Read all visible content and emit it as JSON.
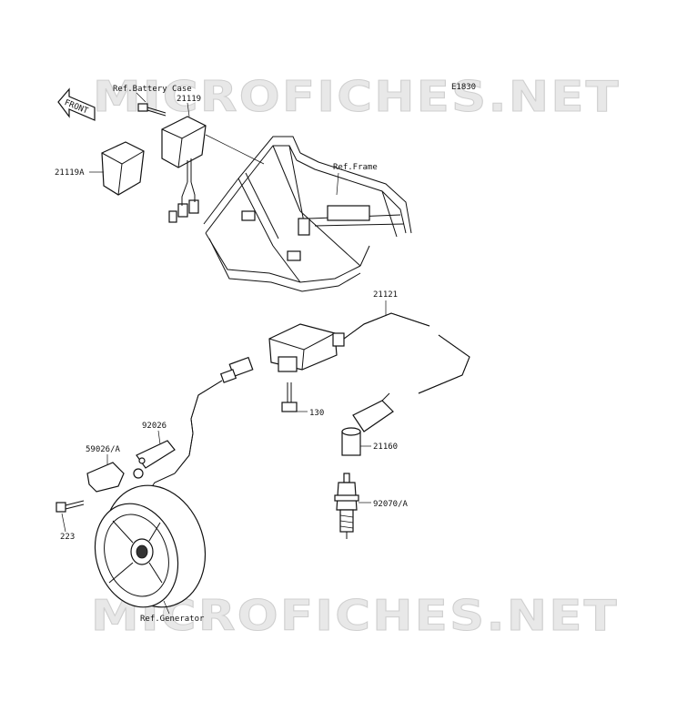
{
  "watermark": {
    "top": "MICROFICHES.NET",
    "bottom": "MICROFICHES.NET"
  },
  "diagram_code": "E1830",
  "front_arrow": "FRONT",
  "labels": {
    "ref_battery_case": "Ref.Battery Case",
    "p21119": "21119",
    "p21119a": "21119A",
    "ref_frame": "Ref.Frame",
    "p21121": "21121",
    "p130": "130",
    "p92026": "92026",
    "p59026a": "59026/A",
    "p21160": "21160",
    "p92070a": "92070/A",
    "p223": "223",
    "ref_generator": "Ref.Generator"
  }
}
